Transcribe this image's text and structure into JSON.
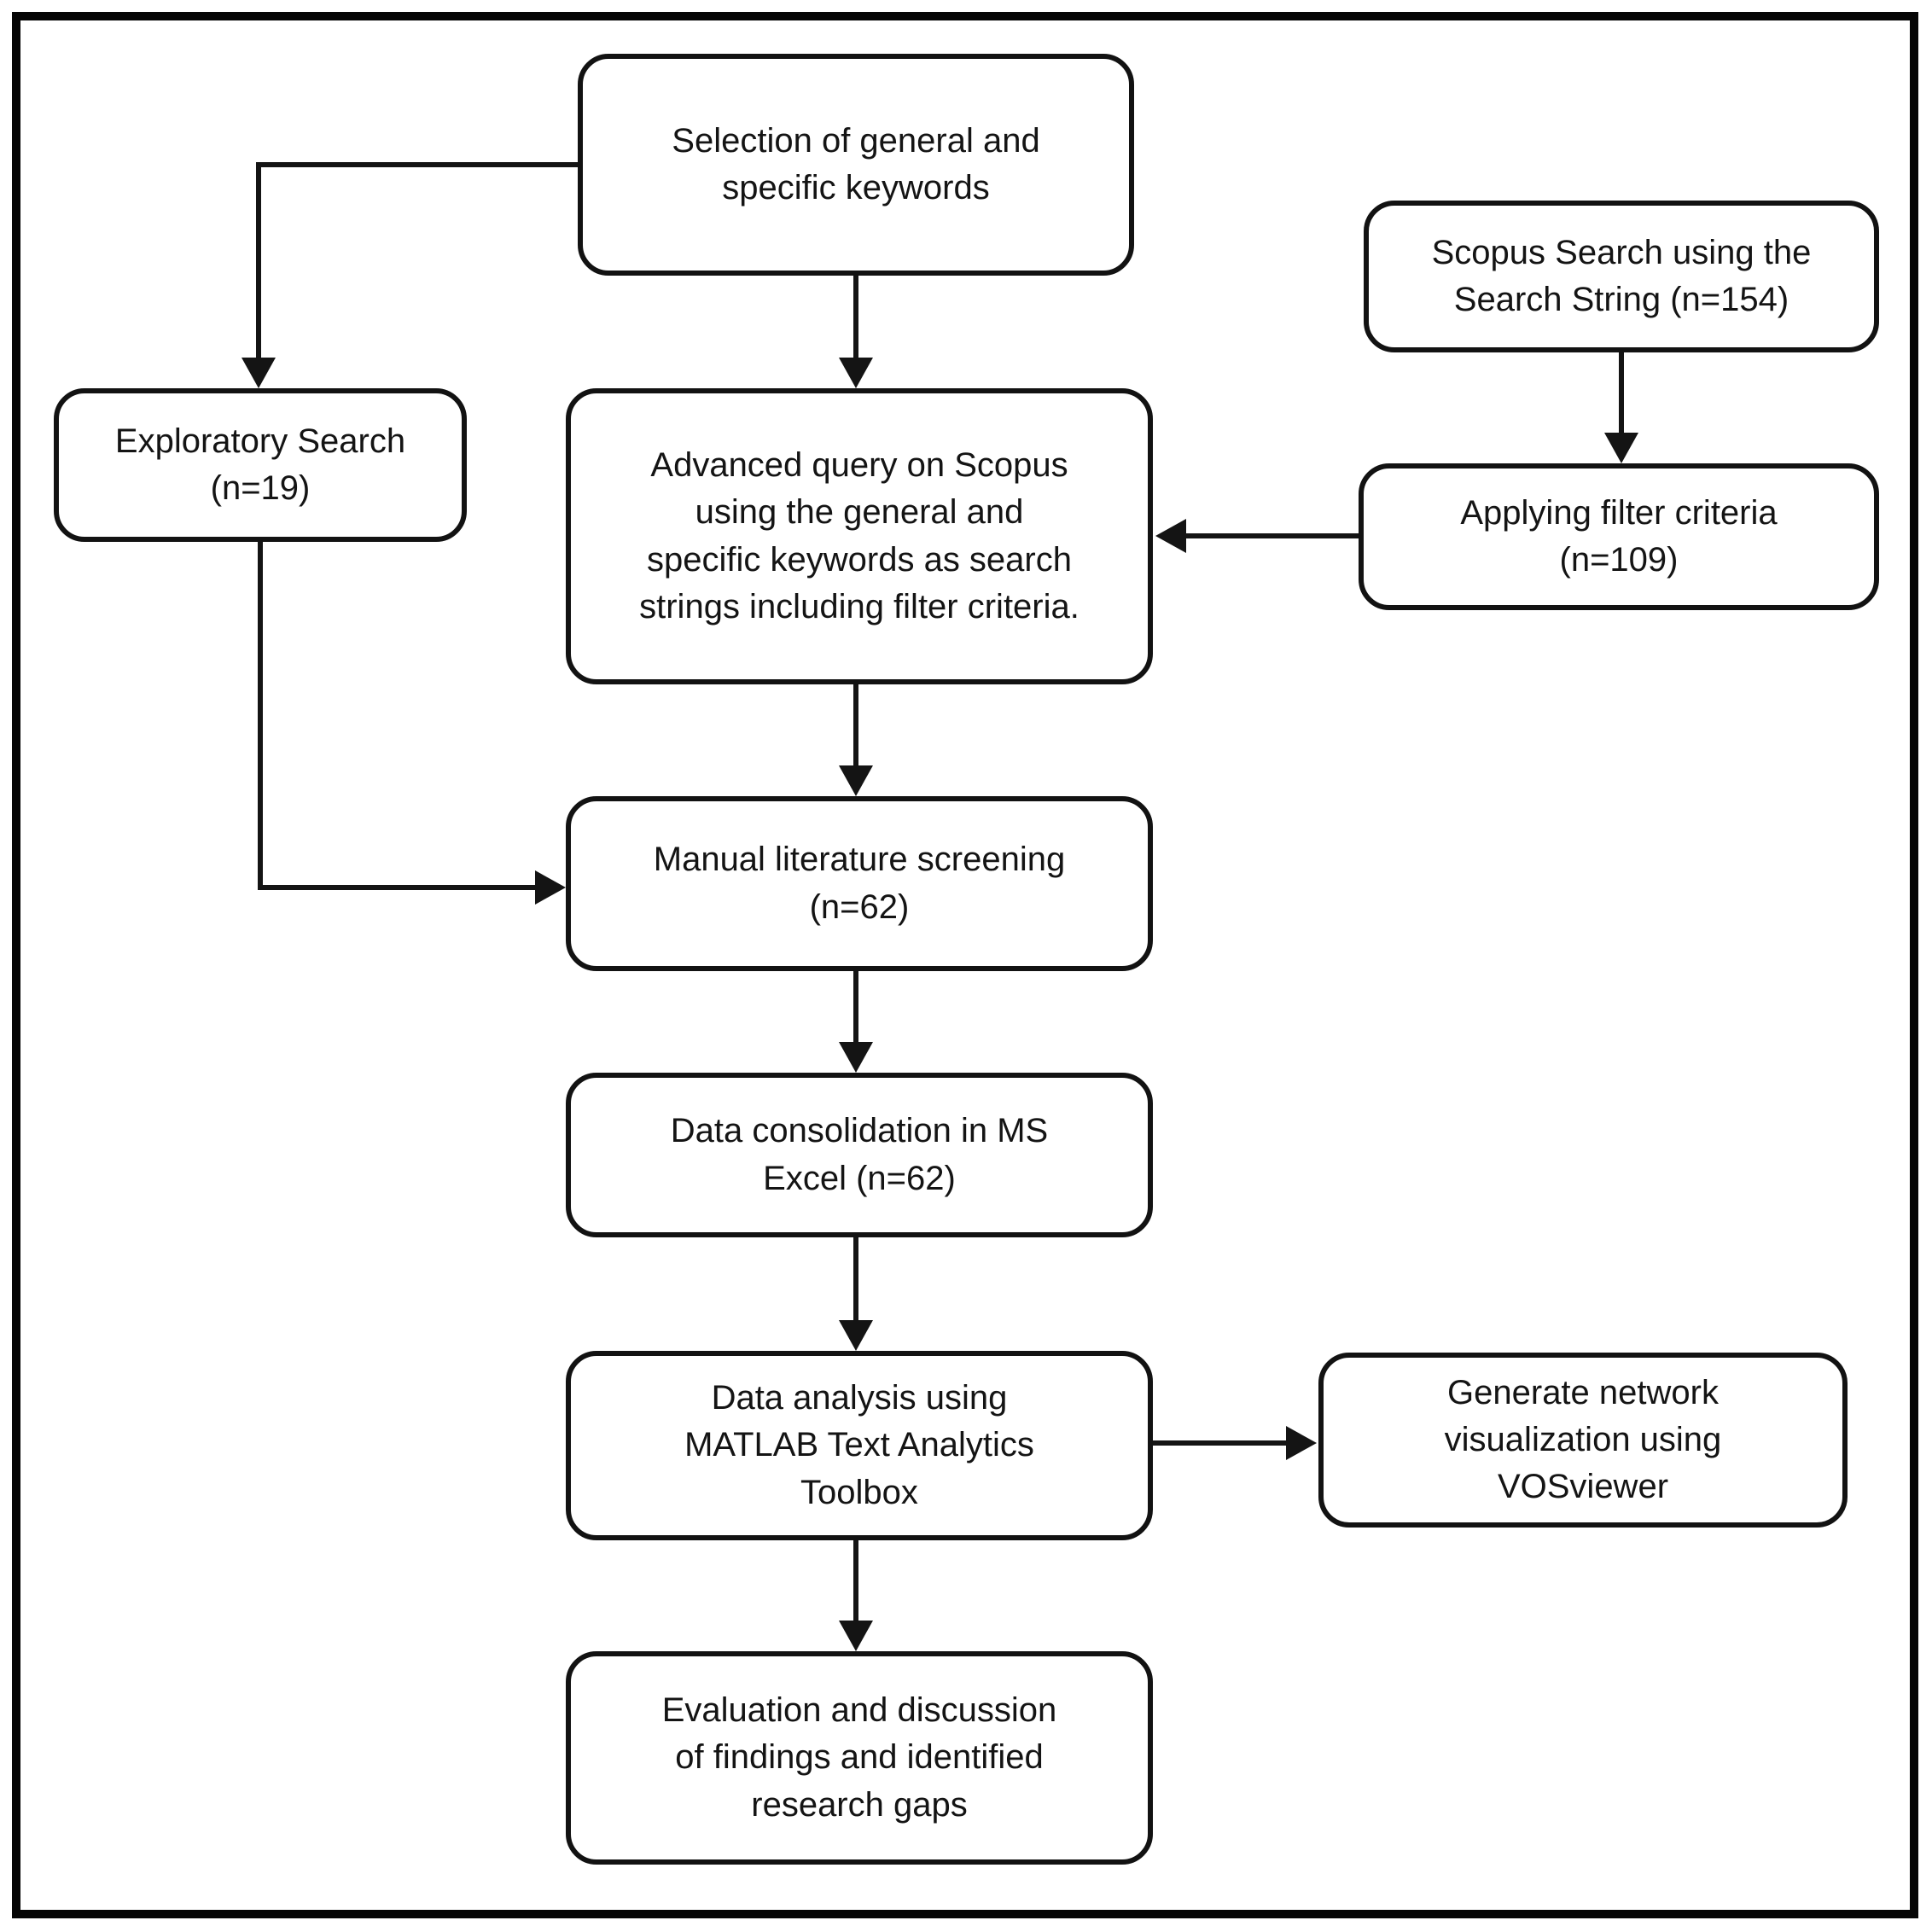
{
  "diagram": {
    "type": "flowchart",
    "background_color": "#ffffff",
    "line_color": "#141414",
    "nodes": {
      "selection": {
        "label": "Selection of general and\nspecific keywords"
      },
      "scopus_search": {
        "label": "Scopus Search using the\nSearch String (n=154)"
      },
      "exploratory": {
        "label": "Exploratory Search\n(n=19)"
      },
      "advanced_query": {
        "label": "Advanced query on Scopus\nusing the general and\nspecific keywords as search\nstrings including filter criteria."
      },
      "filter_criteria": {
        "label": "Applying filter criteria\n(n=109)"
      },
      "manual_screening": {
        "label": "Manual literature screening\n(n=62)"
      },
      "data_consolidation": {
        "label": "Data consolidation in MS\nExcel (n=62)"
      },
      "data_analysis": {
        "label": "Data analysis using\nMATLAB Text Analytics\nToolbox"
      },
      "network_viz": {
        "label": "Generate network\nvisualization using\nVOSviewer"
      },
      "evaluation": {
        "label": "Evaluation and discussion\nof findings and identified\nresearch gaps"
      }
    },
    "edges": [
      {
        "from": "selection",
        "to": "exploratory"
      },
      {
        "from": "selection",
        "to": "advanced_query"
      },
      {
        "from": "scopus_search",
        "to": "filter_criteria"
      },
      {
        "from": "filter_criteria",
        "to": "advanced_query"
      },
      {
        "from": "advanced_query",
        "to": "manual_screening"
      },
      {
        "from": "exploratory",
        "to": "manual_screening"
      },
      {
        "from": "manual_screening",
        "to": "data_consolidation"
      },
      {
        "from": "data_consolidation",
        "to": "data_analysis"
      },
      {
        "from": "data_analysis",
        "to": "network_viz"
      },
      {
        "from": "data_analysis",
        "to": "evaluation"
      }
    ]
  }
}
